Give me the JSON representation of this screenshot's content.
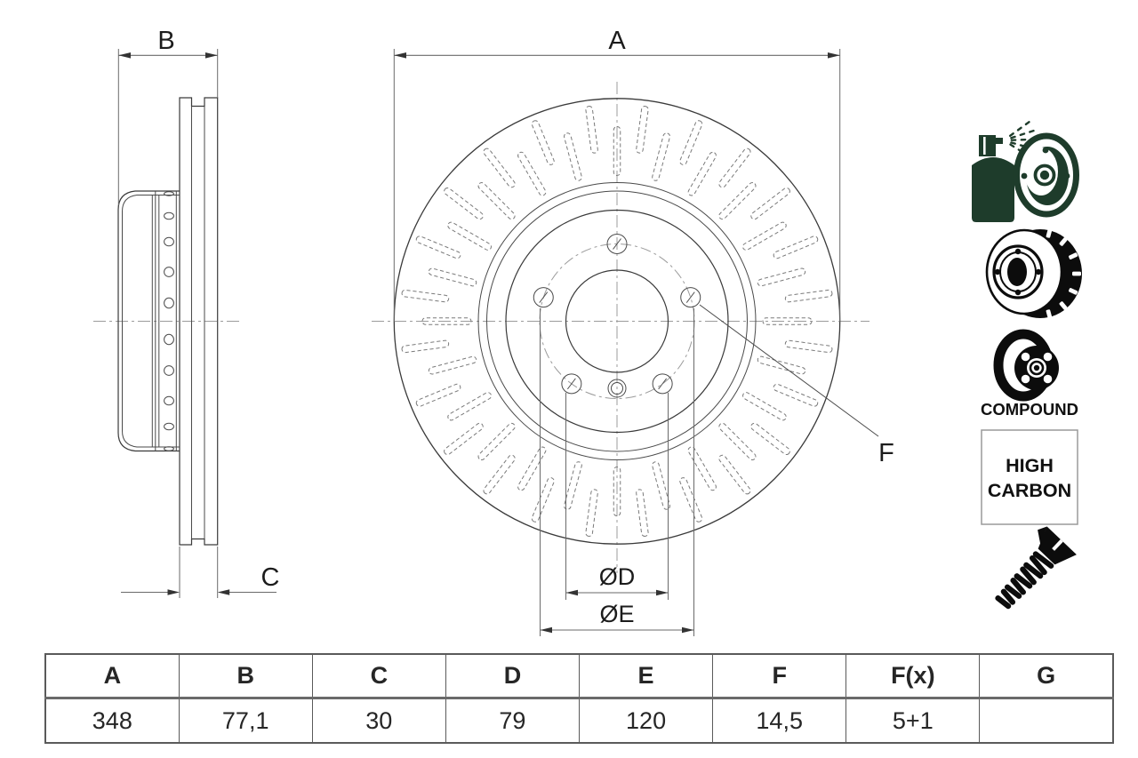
{
  "drawing": {
    "dim_a": "A",
    "dim_b": "B",
    "dim_c": "C",
    "dim_d": "ØD",
    "dim_e": "ØE",
    "dim_f": "F"
  },
  "badges": {
    "compound": "COMPOUND",
    "high_carbon_1": "HIGH",
    "high_carbon_2": "CARBON"
  },
  "icons": [
    {
      "name": "coated-disc-spray-icon",
      "color": "#1e3c2b"
    },
    {
      "name": "vented-disc-icon",
      "color": "#0c0c0c"
    },
    {
      "name": "compound-disc-icon",
      "color": "#0c0c0c"
    },
    {
      "name": "high-carbon-badge",
      "color": "#111111"
    },
    {
      "name": "countersunk-screw-icon",
      "color": "#0c0c0c"
    }
  ],
  "spec_table": {
    "headers": [
      "A",
      "B",
      "C",
      "D",
      "E",
      "F",
      "F(x)",
      "G"
    ],
    "values": [
      "348",
      "77,1",
      "30",
      "79",
      "120",
      "14,5",
      "5+1",
      ""
    ]
  },
  "colors": {
    "accent_green": "#1e3c2b",
    "line": "#3a3a3a",
    "centerline": "#9b9b9b"
  }
}
